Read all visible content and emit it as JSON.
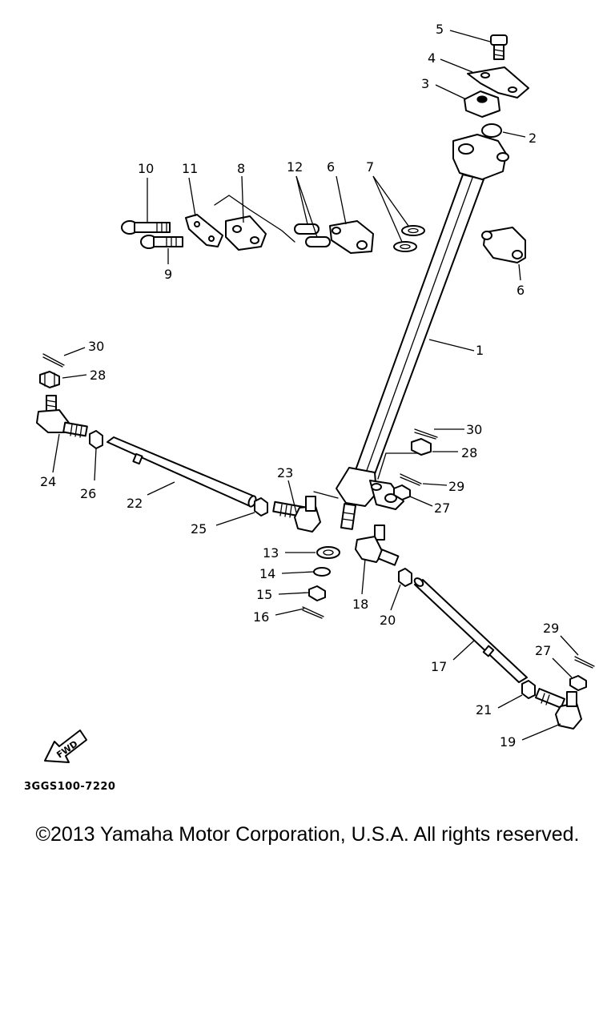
{
  "diagram": {
    "code": "3GGS100-7220",
    "direction_label": "FWD",
    "copyright": "©2013 Yamaha Motor Corporation, U.S.A. All rights reserved."
  },
  "callouts": {
    "p1": "1",
    "p2": "2",
    "p3": "3",
    "p4": "4",
    "p5": "5",
    "p6a": "6",
    "p6b": "6",
    "p7": "7",
    "p8": "8",
    "p9": "9",
    "p10": "10",
    "p11": "11",
    "p12": "12",
    "p13": "13",
    "p14": "14",
    "p15": "15",
    "p16": "16",
    "p17": "17",
    "p18": "18",
    "p19": "19",
    "p20": "20",
    "p21": "21",
    "p22": "22",
    "p23": "23",
    "p24": "24",
    "p25": "25",
    "p26": "26",
    "p27a": "27",
    "p27b": "27",
    "p28a": "28",
    "p28b": "28",
    "p29a": "29",
    "p29b": "29",
    "p30a": "30",
    "p30b": "30"
  }
}
